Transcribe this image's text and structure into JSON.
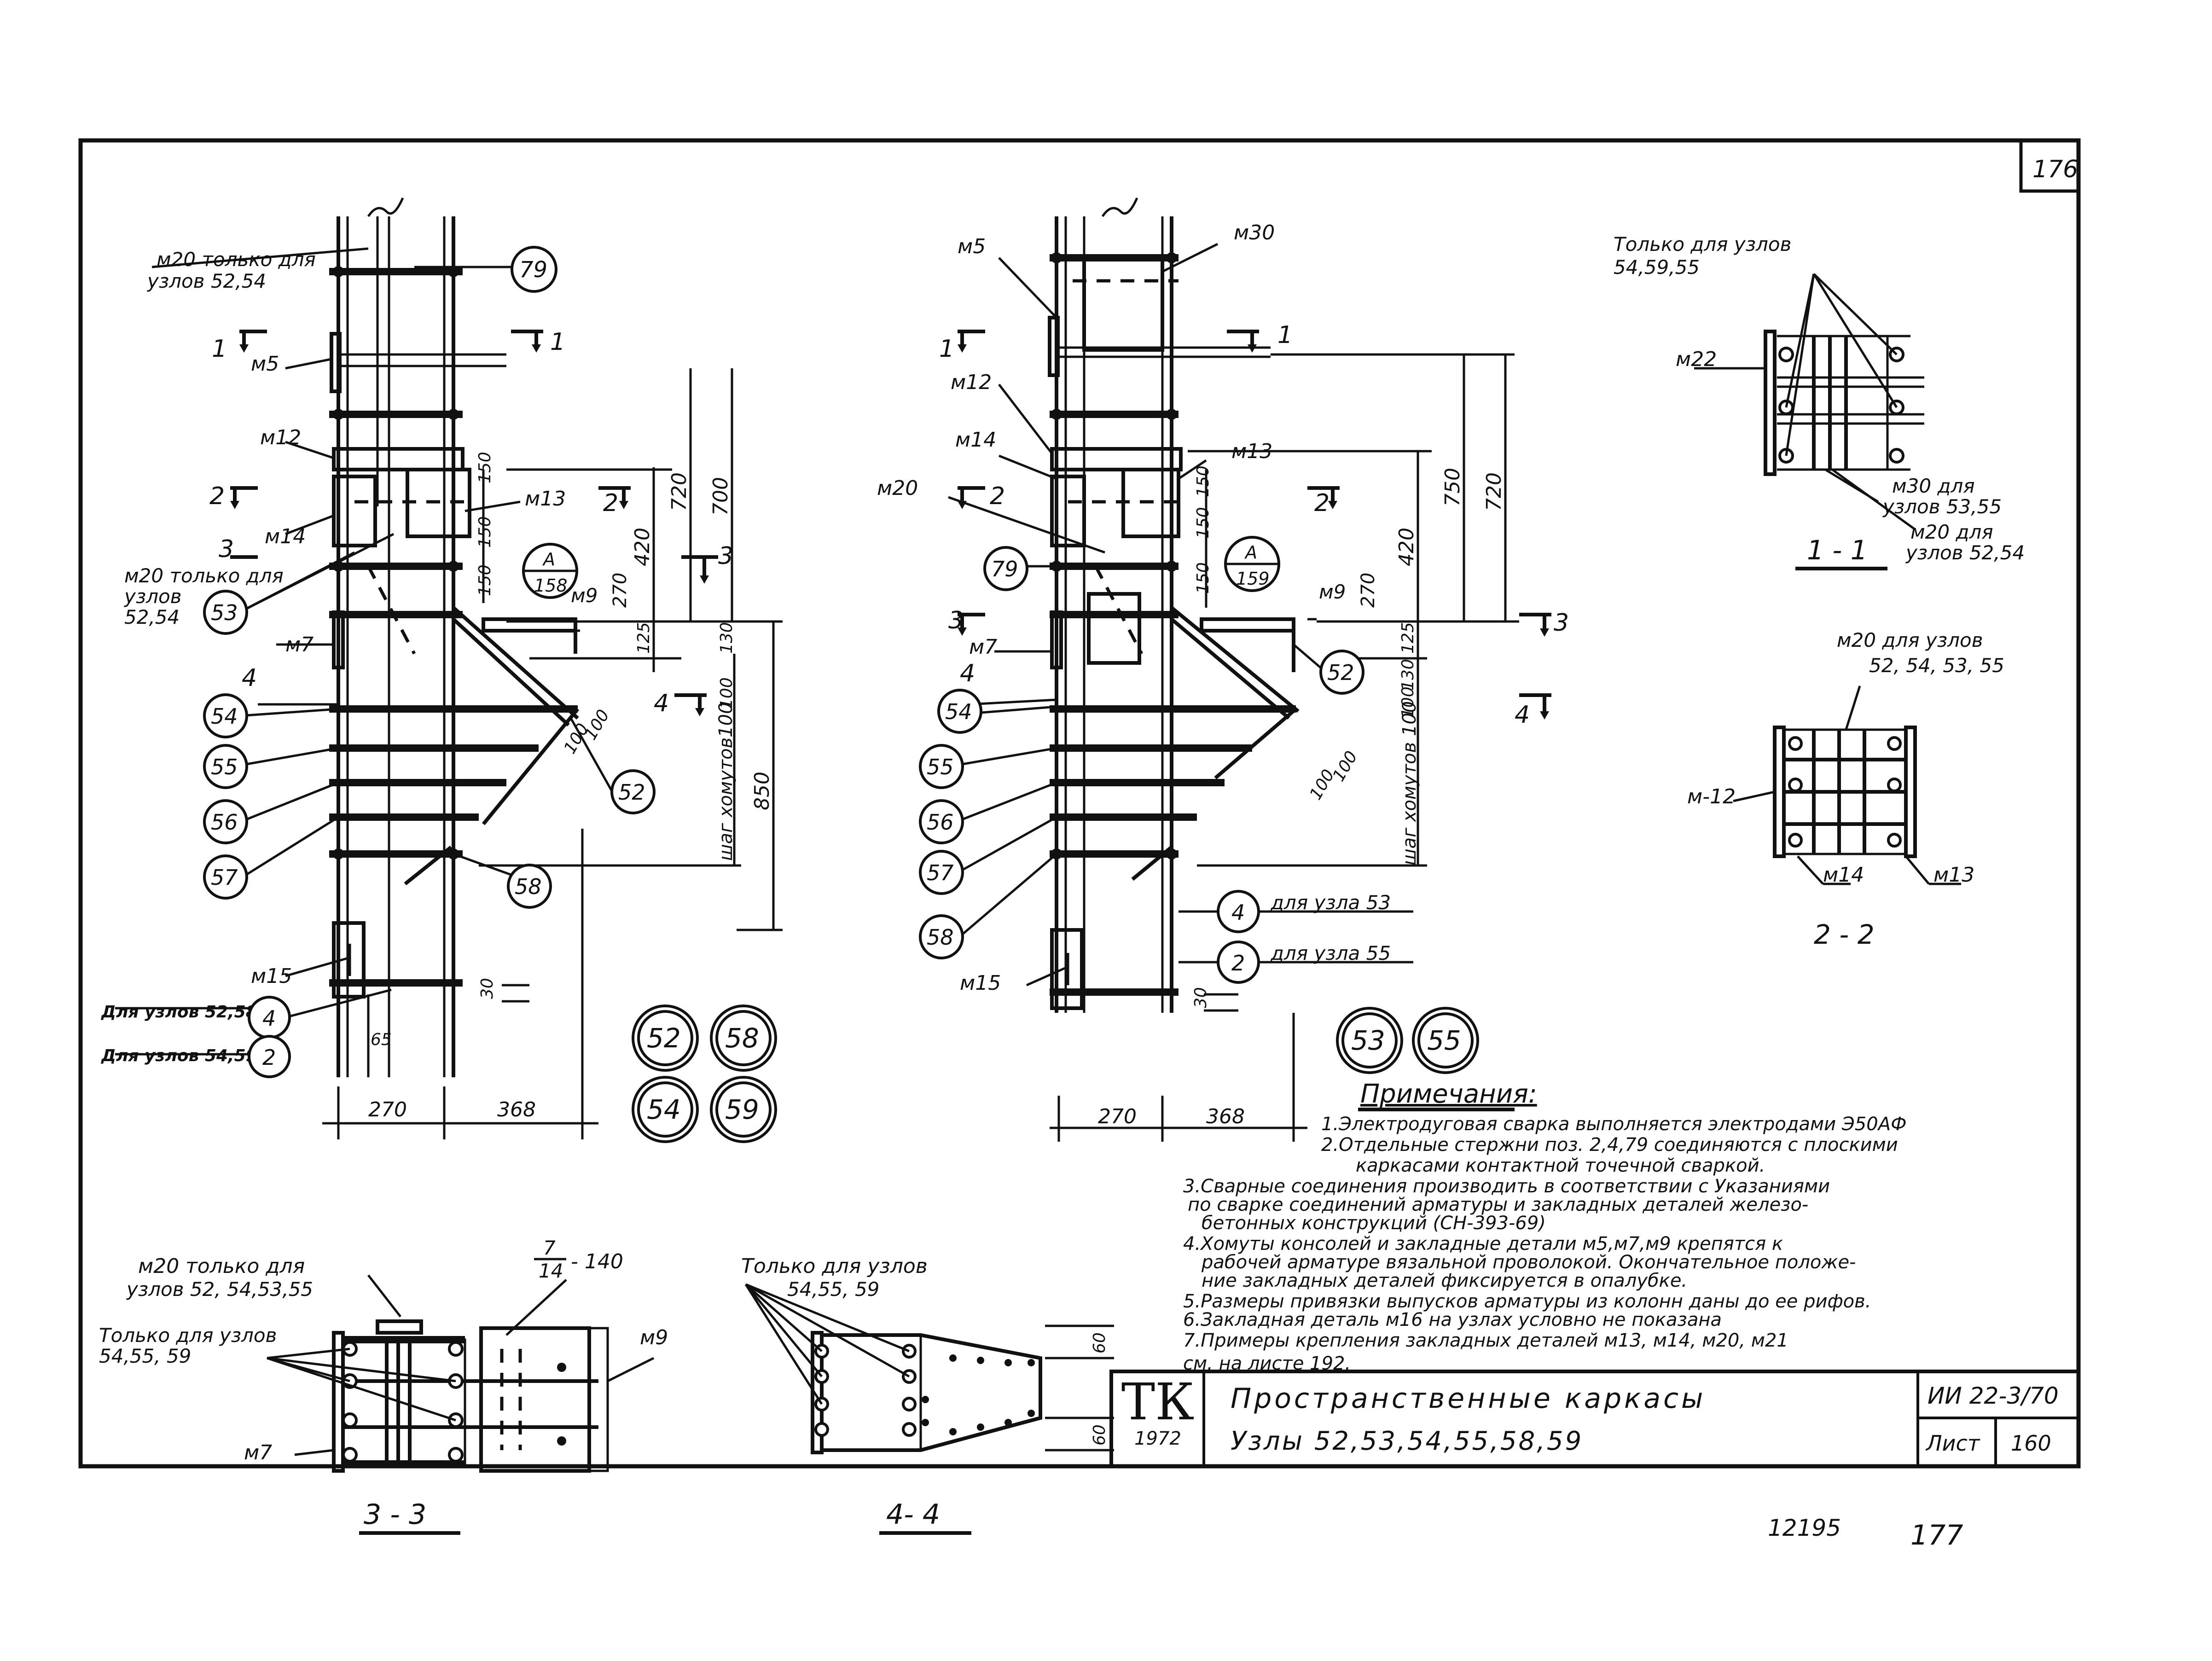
{
  "sheet_number": "176",
  "page_under": "12195",
  "page_next": "177",
  "left_view": {
    "note_m20": "м20 только для",
    "note_m20_b": "узлов 52,54",
    "cut_1": "1",
    "cut_2": "2",
    "cut_3": "3",
    "cut_4": "4",
    "m5": "м5",
    "m12": "м12",
    "m13": "м13",
    "m14": "м14",
    "m7": "м7",
    "m9": "м9",
    "m15": "м15",
    "m20_b1": "м20 только для",
    "m20_b2": "узлов",
    "m20_b3": "52,54",
    "callout_a_top": "А",
    "callout_a_bot": "158",
    "n79": "79",
    "n53": "53",
    "n54": "54",
    "n55": "55",
    "n56": "56",
    "n57": "57",
    "n58": "58",
    "n52": "52",
    "n4": "4",
    "n2": "2",
    "d150a": "150",
    "d150b": "150",
    "d150c": "150",
    "d720": "720",
    "d700": "700",
    "d420": "420",
    "d270v": "270",
    "d125": "125",
    "d130": "130",
    "d100a": "100",
    "d100b": "100",
    "d100c": "100",
    "d850": "850",
    "d30": "30",
    "d65": "65",
    "d270": "270",
    "d368": "368",
    "shag": "шаг хомутов100",
    "uz_52_58": "Для узлов 52,58",
    "uz_54_59": "Для узлов 54,59",
    "b52": "52",
    "b58": "58",
    "b54": "54",
    "b59": "59"
  },
  "right_view": {
    "m5": "м5",
    "m30": "м30",
    "m12": "м12",
    "m14": "м14",
    "m13": "м13",
    "m20": "м20",
    "m7": "м7",
    "m9": "м9",
    "m15": "м15",
    "cut_1": "1",
    "cut_2": "2",
    "cut_3": "3",
    "cut_4": "4",
    "callout_a_top": "А",
    "callout_a_bot": "159",
    "n79": "79",
    "n54": "54",
    "n55": "55",
    "n56": "56",
    "n57": "57",
    "n58": "58",
    "n52": "52",
    "n4": "4",
    "n2": "2",
    "d750": "750",
    "d720": "720",
    "d420": "420",
    "d270v": "270",
    "d150a": "150",
    "d150b": "150",
    "d150c": "150",
    "d125": "125",
    "d130": "130",
    "d100a": "100",
    "d100b": "100",
    "d100c": "100",
    "d30": "30",
    "d270": "270",
    "d368": "368",
    "shag": "шаг хомутов 100",
    "uz53": "для узла 53",
    "uz55": "для узла 55",
    "b53": "53",
    "b55": "55"
  },
  "section_1_1": {
    "title": "1 - 1",
    "only": "Только для узлов",
    "only_b": "54,59,55",
    "m22": "м22",
    "m30_a": "м30 для",
    "m30_b": "узлов 53,55",
    "m20_a": "м20 для",
    "m20_b": "узлов 52,54"
  },
  "section_2_2": {
    "title": "2 - 2",
    "m20_a": "м20 для узлов",
    "m20_b": "52, 54, 53, 55",
    "m12": "м-12",
    "m14": "м14",
    "m13": "м13"
  },
  "section_3_3": {
    "title": "3 - 3",
    "m20_a": "м20 только для",
    "m20_b": "узлов 52, 54,53,55",
    "only": "Только для узлов",
    "only_b": "54,55, 59",
    "frac_top": "7",
    "frac_bot": "14",
    "frac_val": "- 140",
    "m9": "м9",
    "m7": "м7"
  },
  "section_4_4": {
    "title": "4- 4",
    "only": "Только для узлов",
    "only_b": "54,55, 59",
    "d60a": "60",
    "d60b": "60"
  },
  "notes": {
    "title": "Примечания:",
    "n1": "1.Электродуговая сварка выполняется электродами Э50АФ",
    "n2a": "2.Отдельные стержни поз. 2,4,79 соединяются с плоскими",
    "n2b": "каркасами контактной точечной сваркой.",
    "n3a": "3.Сварные соединения производить в соответствии с Указаниями",
    "n3b": "по сварке соединений арматуры и закладных деталей железо-",
    "n3c": "бетонных конструкций (СН-393-69)",
    "n4a": "4.Хомуты консолей и закладные детали м5,м7,м9 крепятся к",
    "n4b": "рабочей арматуре вязальной проволокой. Окончательное положе-",
    "n4c": "ние закладных деталей фиксируется в опалубке.",
    "n5": "5.Размеры привязки выпусков арматуры из колонн даны до ее рифов.",
    "n6": "6.Закладная деталь м16 на узлах условно не показана",
    "n7a": "7.Примеры крепления закладных деталей м13, м14, м20, м21",
    "n7b": "см. на листе 192."
  },
  "stamp": {
    "logo": "ТК",
    "year": "1972",
    "title": "Пространственные каркасы",
    "subtitle": "Узлы 52,53,54,55,58,59",
    "code": "ИИ 22-3/70",
    "sheet_label": "Лист",
    "sheet_value": "160"
  }
}
